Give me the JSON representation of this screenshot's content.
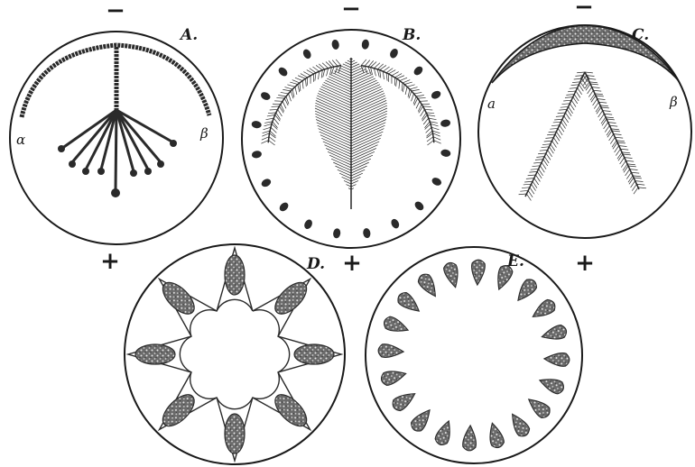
{
  "figures": {
    "A": {
      "label": "A.",
      "top_sign": "−",
      "bottom_sign": "+",
      "left_mark": "α",
      "right_mark": "β"
    },
    "B": {
      "label": "B.",
      "top_sign": "−",
      "bottom_sign": "+"
    },
    "C": {
      "label": "C.",
      "top_sign": "−",
      "bottom_sign": "+",
      "left_mark": "a",
      "right_mark": "β"
    },
    "D": {
      "label": "D."
    },
    "E": {
      "label": "E."
    }
  },
  "colors": {
    "ink": "#1a1a1a",
    "paper": "#ffffff"
  }
}
